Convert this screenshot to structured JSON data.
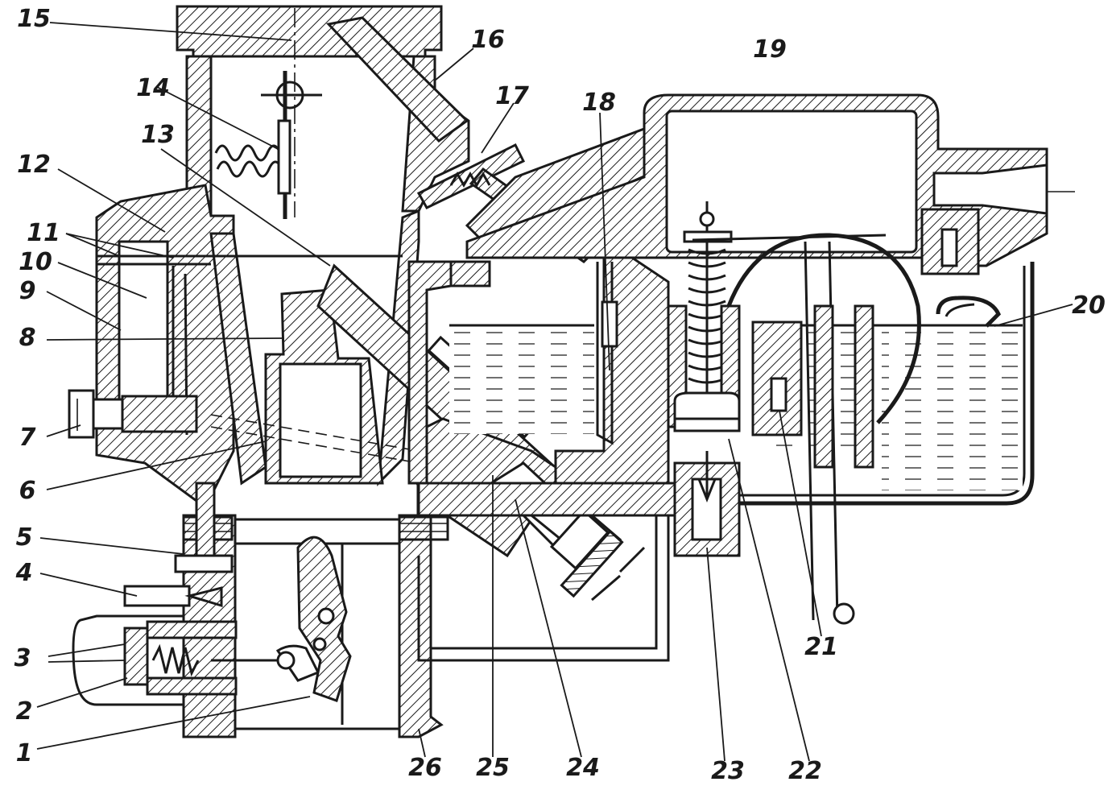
{
  "diagram": {
    "callouts": [
      {
        "id": "c1",
        "text": "1"
      },
      {
        "id": "c2",
        "text": "2"
      },
      {
        "id": "c3",
        "text": "3"
      },
      {
        "id": "c4",
        "text": "4"
      },
      {
        "id": "c5",
        "text": "5"
      },
      {
        "id": "c6",
        "text": "6"
      },
      {
        "id": "c7",
        "text": "7"
      },
      {
        "id": "c8",
        "text": "8"
      },
      {
        "id": "c9",
        "text": "9"
      },
      {
        "id": "c10",
        "text": "10"
      },
      {
        "id": "c11",
        "text": "11"
      },
      {
        "id": "c12",
        "text": "12"
      },
      {
        "id": "c13",
        "text": "13"
      },
      {
        "id": "c14",
        "text": "14"
      },
      {
        "id": "c15",
        "text": "15"
      },
      {
        "id": "c16",
        "text": "16"
      },
      {
        "id": "c17",
        "text": "17"
      },
      {
        "id": "c18",
        "text": "18"
      },
      {
        "id": "c19",
        "text": "19"
      },
      {
        "id": "c20",
        "text": "20"
      },
      {
        "id": "c21",
        "text": "21"
      },
      {
        "id": "c22",
        "text": "22"
      },
      {
        "id": "c23",
        "text": "23"
      },
      {
        "id": "c24",
        "text": "24"
      },
      {
        "id": "c25",
        "text": "25"
      },
      {
        "id": "c26",
        "text": "26"
      }
    ],
    "ink_color": "#1a1a1a",
    "paper_color": "#ffffff"
  }
}
